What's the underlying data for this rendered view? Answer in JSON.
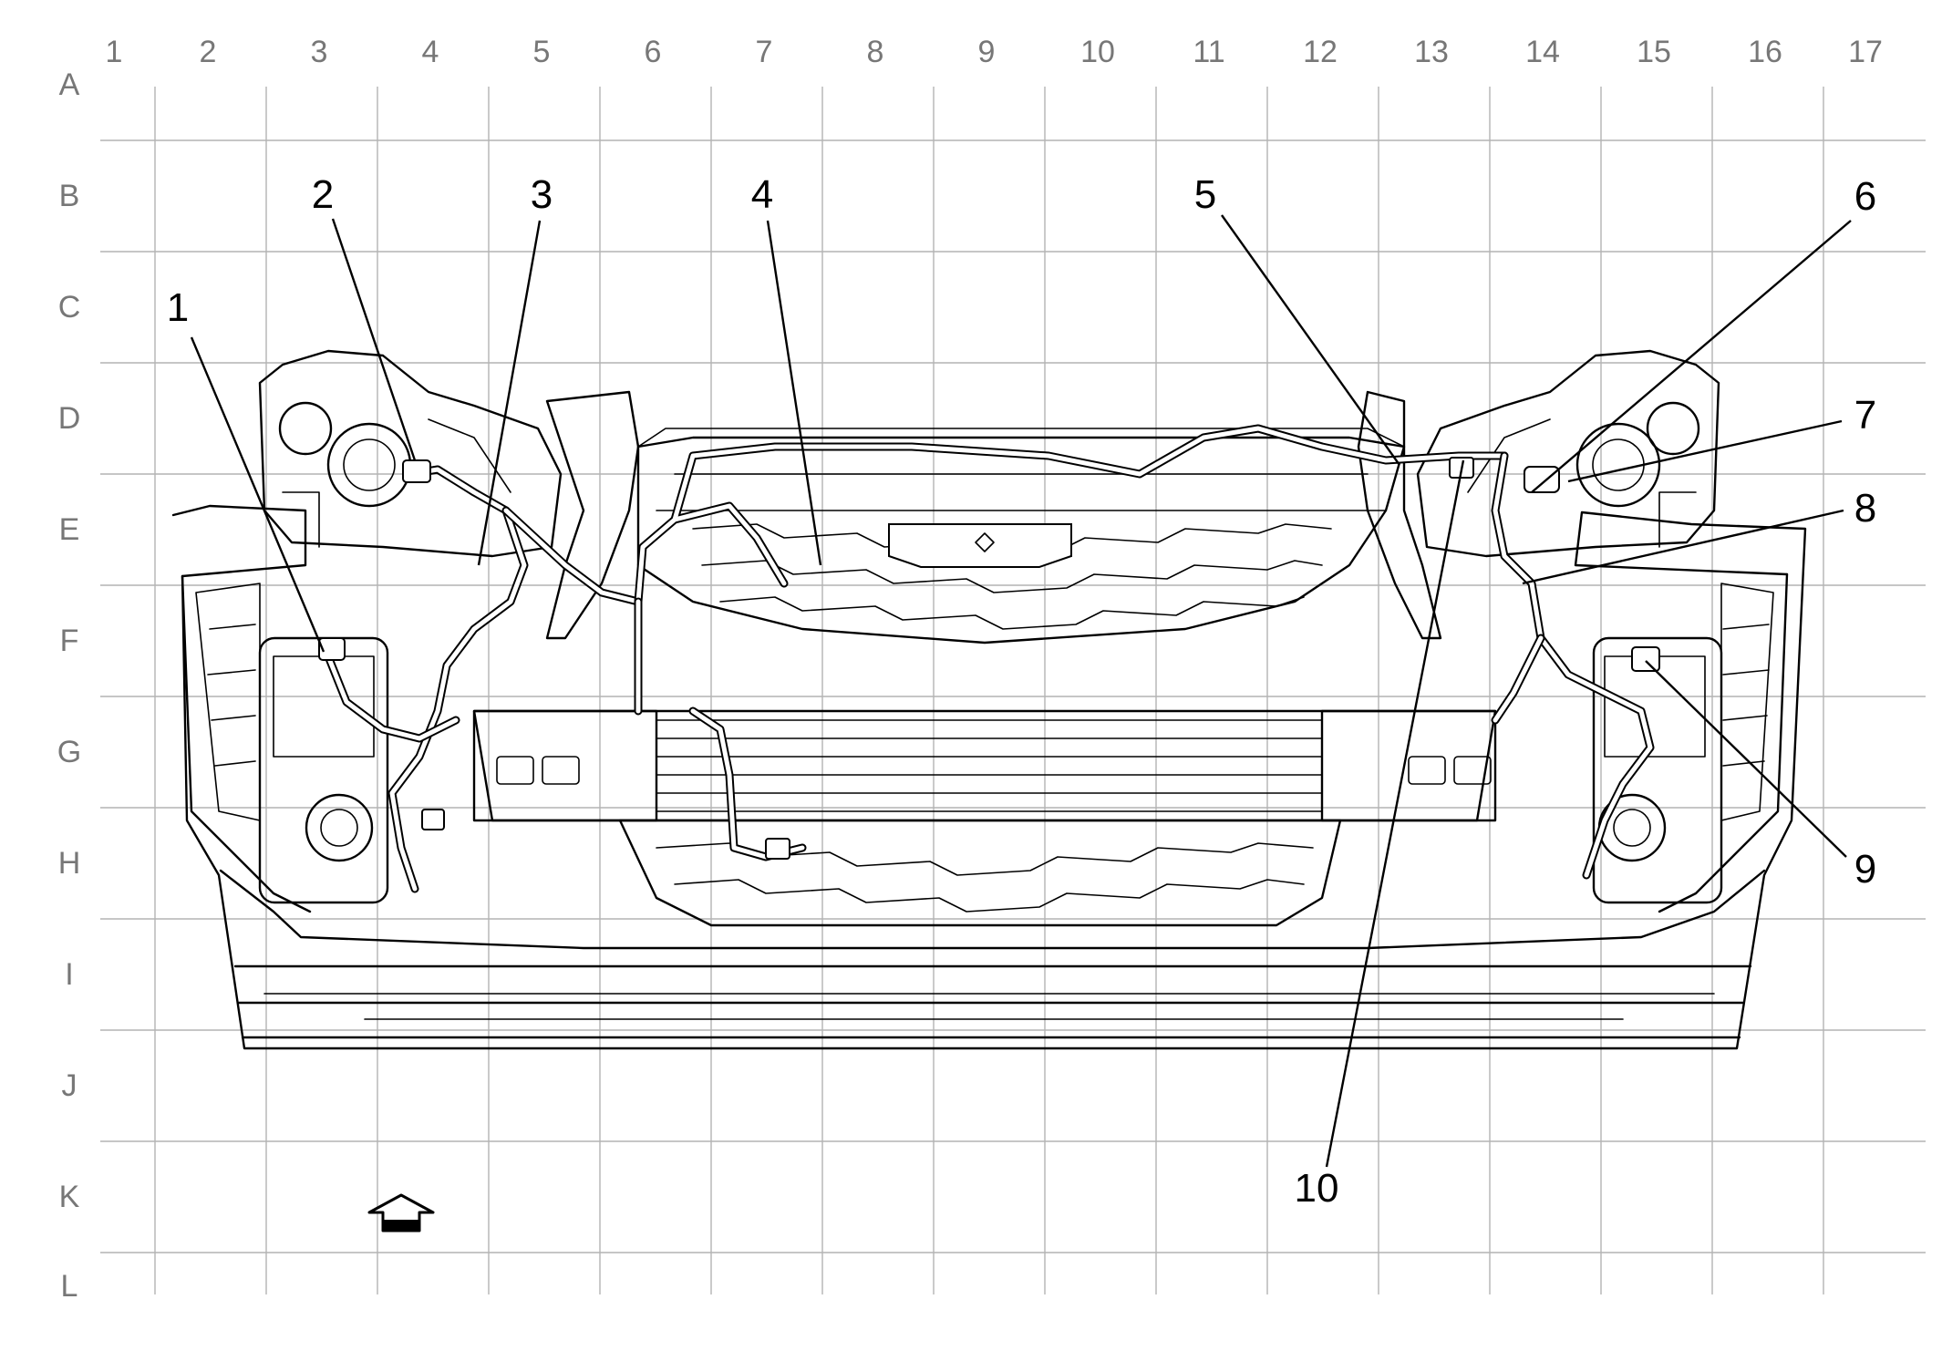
{
  "diagram": {
    "columns": [
      "1",
      "2",
      "3",
      "4",
      "5",
      "6",
      "7",
      "8",
      "9",
      "10",
      "11",
      "12",
      "13",
      "14",
      "15",
      "16",
      "17"
    ],
    "rows": [
      "A",
      "B",
      "C",
      "D",
      "E",
      "F",
      "G",
      "H",
      "I",
      "J",
      "K",
      "L"
    ],
    "callouts": [
      {
        "id": "1",
        "label": "1"
      },
      {
        "id": "2",
        "label": "2"
      },
      {
        "id": "3",
        "label": "3"
      },
      {
        "id": "4",
        "label": "4"
      },
      {
        "id": "5",
        "label": "5"
      },
      {
        "id": "6",
        "label": "6"
      },
      {
        "id": "7",
        "label": "7"
      },
      {
        "id": "8",
        "label": "8"
      },
      {
        "id": "9",
        "label": "9"
      },
      {
        "id": "10",
        "label": "10"
      }
    ],
    "icons": [
      "front-direction-arrow-icon"
    ],
    "colors": {
      "grid": "#b3b3b3",
      "axis_label": "#777777",
      "ink": "#000000"
    }
  }
}
